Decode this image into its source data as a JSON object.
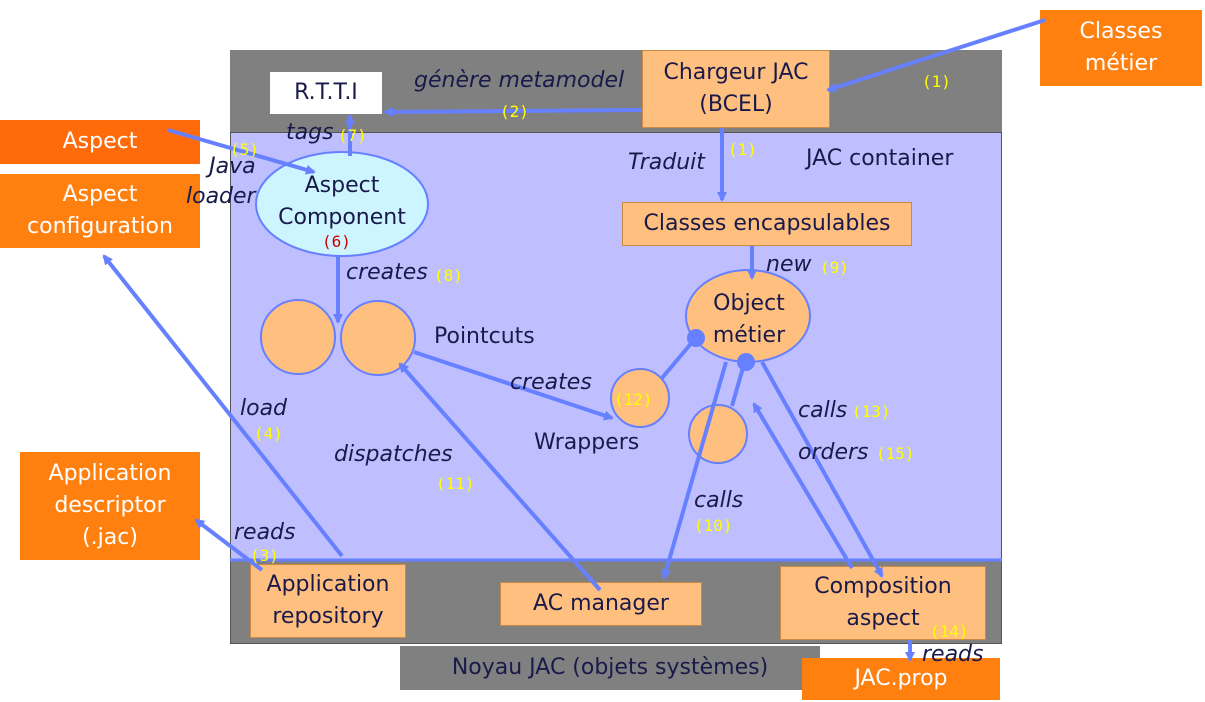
{
  "boxes": {
    "classes_metier": "Classes\nmétier",
    "aspect": "Aspect",
    "aspect_configuration": "Aspect\nconfiguration",
    "application_descriptor": "Application\ndescriptor\n(.jac)",
    "jac_prop": "JAC.prop",
    "rtti": "R.T.T.I",
    "chargeur_jac": "Chargeur JAC\n(BCEL)",
    "classes_encapsulables": "Classes encapsulables",
    "application_repository": "Application\nrepository",
    "ac_manager": "AC manager",
    "composition_aspect": "Composition\naspect",
    "noyau_jac": "Noyau JAC (objets systèmes)"
  },
  "nodes": {
    "aspect_component": "Aspect\nComponent",
    "object_metier": "Object\nmétier"
  },
  "labels": {
    "jac_container": "JAC container",
    "pointcuts": "Pointcuts",
    "wrappers": "Wrappers",
    "genere_metamodel": "génère metamodel",
    "tags": "tags",
    "traduit": "Traduit",
    "java_loader": "Java\nloader",
    "creates_8": "creates",
    "new": "new",
    "creates_12": "creates",
    "load": "load",
    "dispatches": "dispatches",
    "reads_3": "reads",
    "calls_10": "calls",
    "calls_13": "calls",
    "orders": "orders",
    "reads_14": "reads"
  },
  "numbers": {
    "n1_top": "(1)",
    "n1_mid": "(1)",
    "n2": "(2)",
    "n3": "(3)",
    "n4": "(4)",
    "n5": "(5)",
    "n6": "(6)",
    "n7": "(7)",
    "n8": "(8)",
    "n9": "(9)",
    "n10": "(10)",
    "n11": "(11)",
    "n12": "(12)",
    "n13": "(13)",
    "n14": "(14)",
    "n15": "(15)"
  },
  "colors": {
    "accent_orange": "#ff7f0f",
    "light_orange": "#ffbf7f",
    "container": "#bfbfff",
    "grey_band": "#808080",
    "arrow": "#6680ff",
    "step_number": "#ffff00"
  }
}
